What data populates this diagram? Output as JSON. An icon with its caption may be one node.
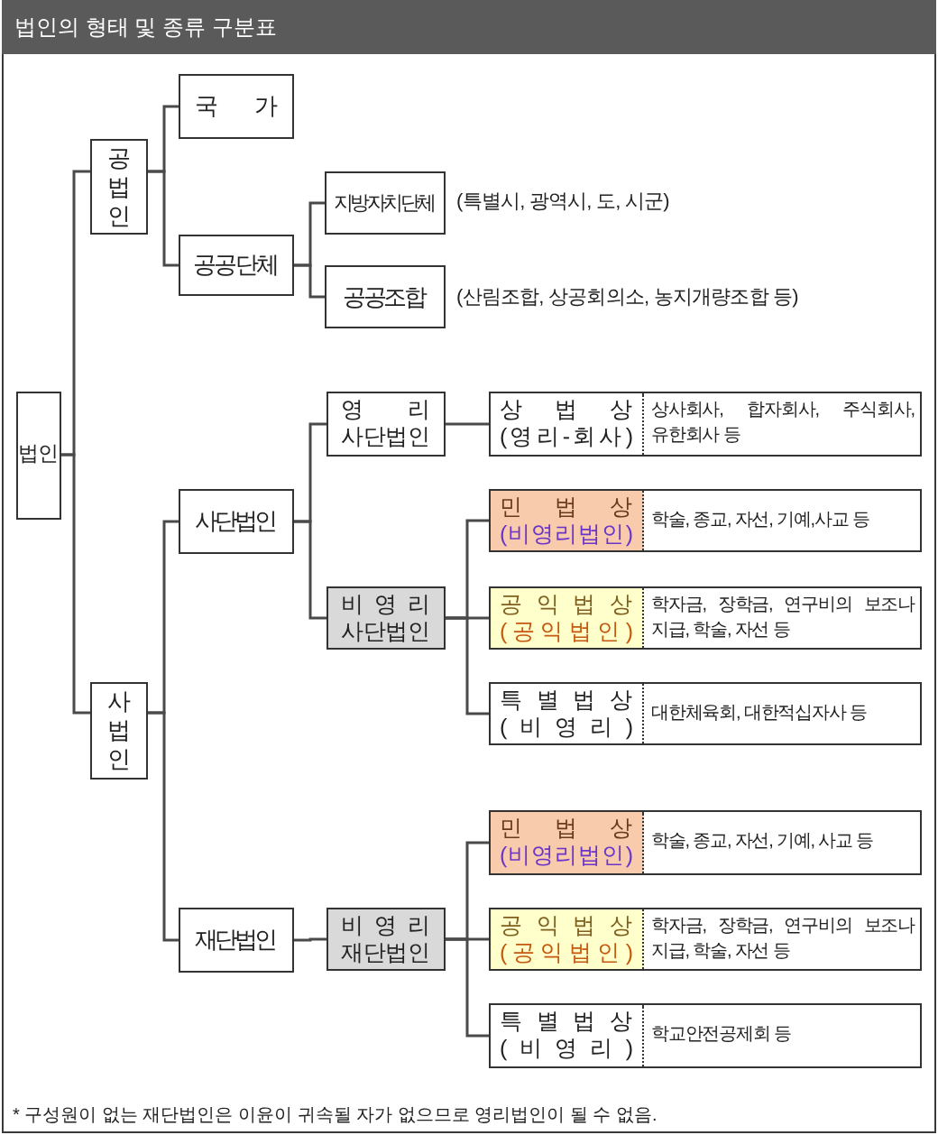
{
  "diagram": {
    "title": "법인의 형태 및 종류 구분표",
    "caption": "* 구성원이 없는 재단법인은 이윤이 귀속될 자가 없으므로 영리법인이 될 수 없음.",
    "nodes": [
      {
        "text": [
          "법인"
        ]
      },
      {
        "text": [
          "공 법 인"
        ]
      },
      {
        "text": [
          "국가"
        ]
      },
      {
        "text": [
          "공공단체"
        ]
      },
      {
        "text": [
          "지방자치단체"
        ],
        "beside": [
          "(특별시, 광역시, 도, 시군)"
        ]
      },
      {
        "text": [
          "공공조합"
        ],
        "beside": [
          "(산림조합, 상공회의소, 농지개량조합 등)"
        ]
      },
      {
        "text": [
          "사 법 인"
        ]
      },
      {
        "text": [
          "사단법인"
        ]
      },
      {
        "text": [
          "영리 사단법인"
        ]
      },
      {
        "text": [
          "상법상",
          "(영리-회사)",
          "상사회사, 합자회사, 주식회사, 유한회사 등"
        ]
      },
      {
        "text": [
          "비영리 사단법인"
        ]
      },
      {
        "text": [
          "민법상",
          "(비영리법인)",
          "학술, 종교, 자선, 기예,사교 등"
        ]
      },
      {
        "text": [
          "공익법상",
          "(공익법인)",
          "학자금, 장학금, 연구비의 보조나 지급, 학술, 자선 등"
        ]
      },
      {
        "text": [
          "특별법상",
          "(비영리)",
          "대한체육회, 대한적십자사 등"
        ]
      },
      {
        "text": [
          "재단법인"
        ]
      },
      {
        "text": [
          "비영리 재단법인"
        ]
      },
      {
        "text": [
          "민법상",
          "(비영리법인)",
          "학술, 종교, 자선, 기예, 사교 등"
        ]
      },
      {
        "text": [
          "공익법상",
          "(공익법인)",
          "학자금, 장학금, 연구비의 보조나 지급, 학술, 자선 등"
        ]
      },
      {
        "text": [
          "특별법상",
          "(비영리)",
          "학교안전공제회 등"
        ]
      }
    ],
    "edges": [
      {
        "from": 0,
        "to": 1,
        "arrow": "none"
      },
      {
        "from": 0,
        "to": 6,
        "arrow": "none"
      },
      {
        "from": 1,
        "to": 2,
        "arrow": "none"
      },
      {
        "from": 1,
        "to": 3,
        "arrow": "none"
      },
      {
        "from": 3,
        "to": 4,
        "arrow": "none"
      },
      {
        "from": 3,
        "to": 5,
        "arrow": "none"
      },
      {
        "from": 6,
        "to": 7,
        "arrow": "none"
      },
      {
        "from": 6,
        "to": 14,
        "arrow": "none"
      },
      {
        "from": 7,
        "to": 8,
        "arrow": "none"
      },
      {
        "from": 7,
        "to": 10,
        "arrow": "none"
      },
      {
        "from": 8,
        "to": 9,
        "arrow": "none"
      },
      {
        "from": 10,
        "to": 11,
        "arrow": "none"
      },
      {
        "from": 10,
        "to": 12,
        "arrow": "none"
      },
      {
        "from": 10,
        "to": 13,
        "arrow": "none"
      },
      {
        "from": 14,
        "to": 15,
        "arrow": "none"
      },
      {
        "from": 15,
        "to": 16,
        "arrow": "none"
      },
      {
        "from": 15,
        "to": 17,
        "arrow": "none"
      },
      {
        "from": 15,
        "to": 18,
        "arrow": "none"
      }
    ]
  }
}
